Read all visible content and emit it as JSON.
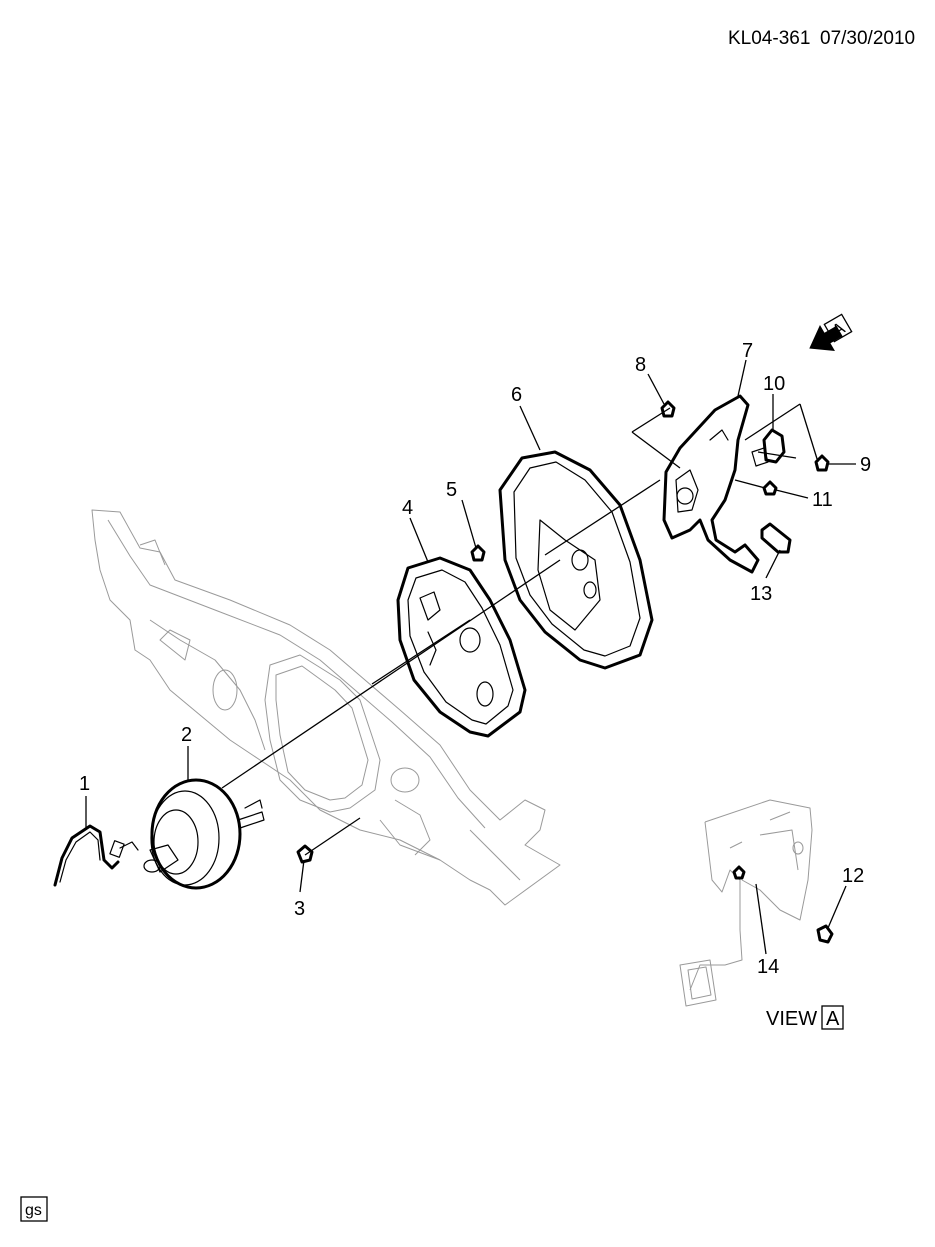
{
  "header": {
    "code": "KL04-361",
    "date": "07/30/2010"
  },
  "view_marker": {
    "letter": "A"
  },
  "view_label": {
    "text": "VIEW",
    "letter": "A"
  },
  "footer": {
    "tag": "gs"
  },
  "callouts": [
    {
      "id": "1",
      "label": "1"
    },
    {
      "id": "2",
      "label": "2"
    },
    {
      "id": "3",
      "label": "3"
    },
    {
      "id": "4",
      "label": "4"
    },
    {
      "id": "5",
      "label": "5"
    },
    {
      "id": "6",
      "label": "6"
    },
    {
      "id": "7",
      "label": "7"
    },
    {
      "id": "8",
      "label": "8"
    },
    {
      "id": "9",
      "label": "9"
    },
    {
      "id": "10",
      "label": "10"
    },
    {
      "id": "11",
      "label": "11"
    },
    {
      "id": "12",
      "label": "12"
    },
    {
      "id": "13",
      "label": "13"
    },
    {
      "id": "14",
      "label": "14"
    }
  ]
}
